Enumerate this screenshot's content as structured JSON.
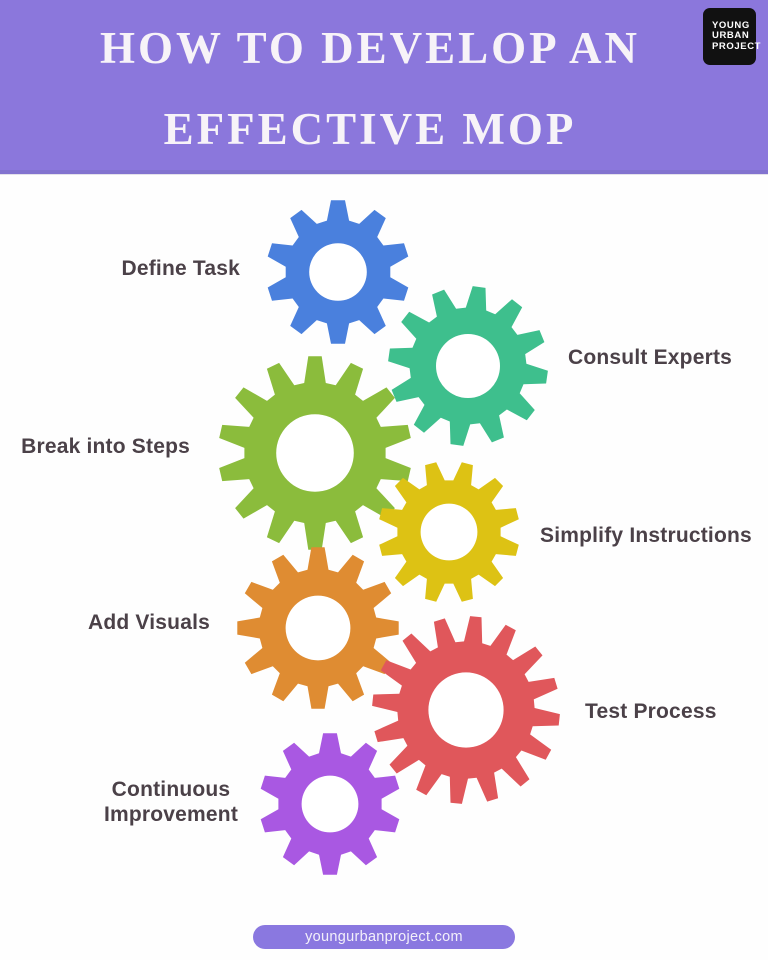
{
  "header": {
    "title_line1": "HOW TO DEVELOP AN",
    "title_line2": "EFFECTIVE MOP",
    "background_color": "#8b77dc",
    "title_color": "#f7f3f8",
    "logo": {
      "lines": [
        "YOUNG",
        "URBAN",
        "PROJECT"
      ],
      "background_color": "#111111",
      "text_color": "#ffffff"
    }
  },
  "steps": [
    {
      "label": "Define Task",
      "color": "#4a80dd",
      "side": "left"
    },
    {
      "label": "Consult Experts",
      "color": "#3ebf8d",
      "side": "right"
    },
    {
      "label": "Break into Steps",
      "color": "#8bbc3c",
      "side": "left"
    },
    {
      "label": "Simplify Instructions",
      "color": "#ddc214",
      "side": "right"
    },
    {
      "label": "Add Visuals",
      "color": "#df8c32",
      "side": "left"
    },
    {
      "label": "Test Process",
      "color": "#e0575b",
      "side": "right"
    },
    {
      "label": "Continuous Improvement",
      "color": "#a958e2",
      "side": "left"
    }
  ],
  "label_color": "#4b4148",
  "footer": {
    "website": "youngurbanproject.com",
    "pill_color": "#8a78e0",
    "text_color": "#f3f0fa"
  }
}
